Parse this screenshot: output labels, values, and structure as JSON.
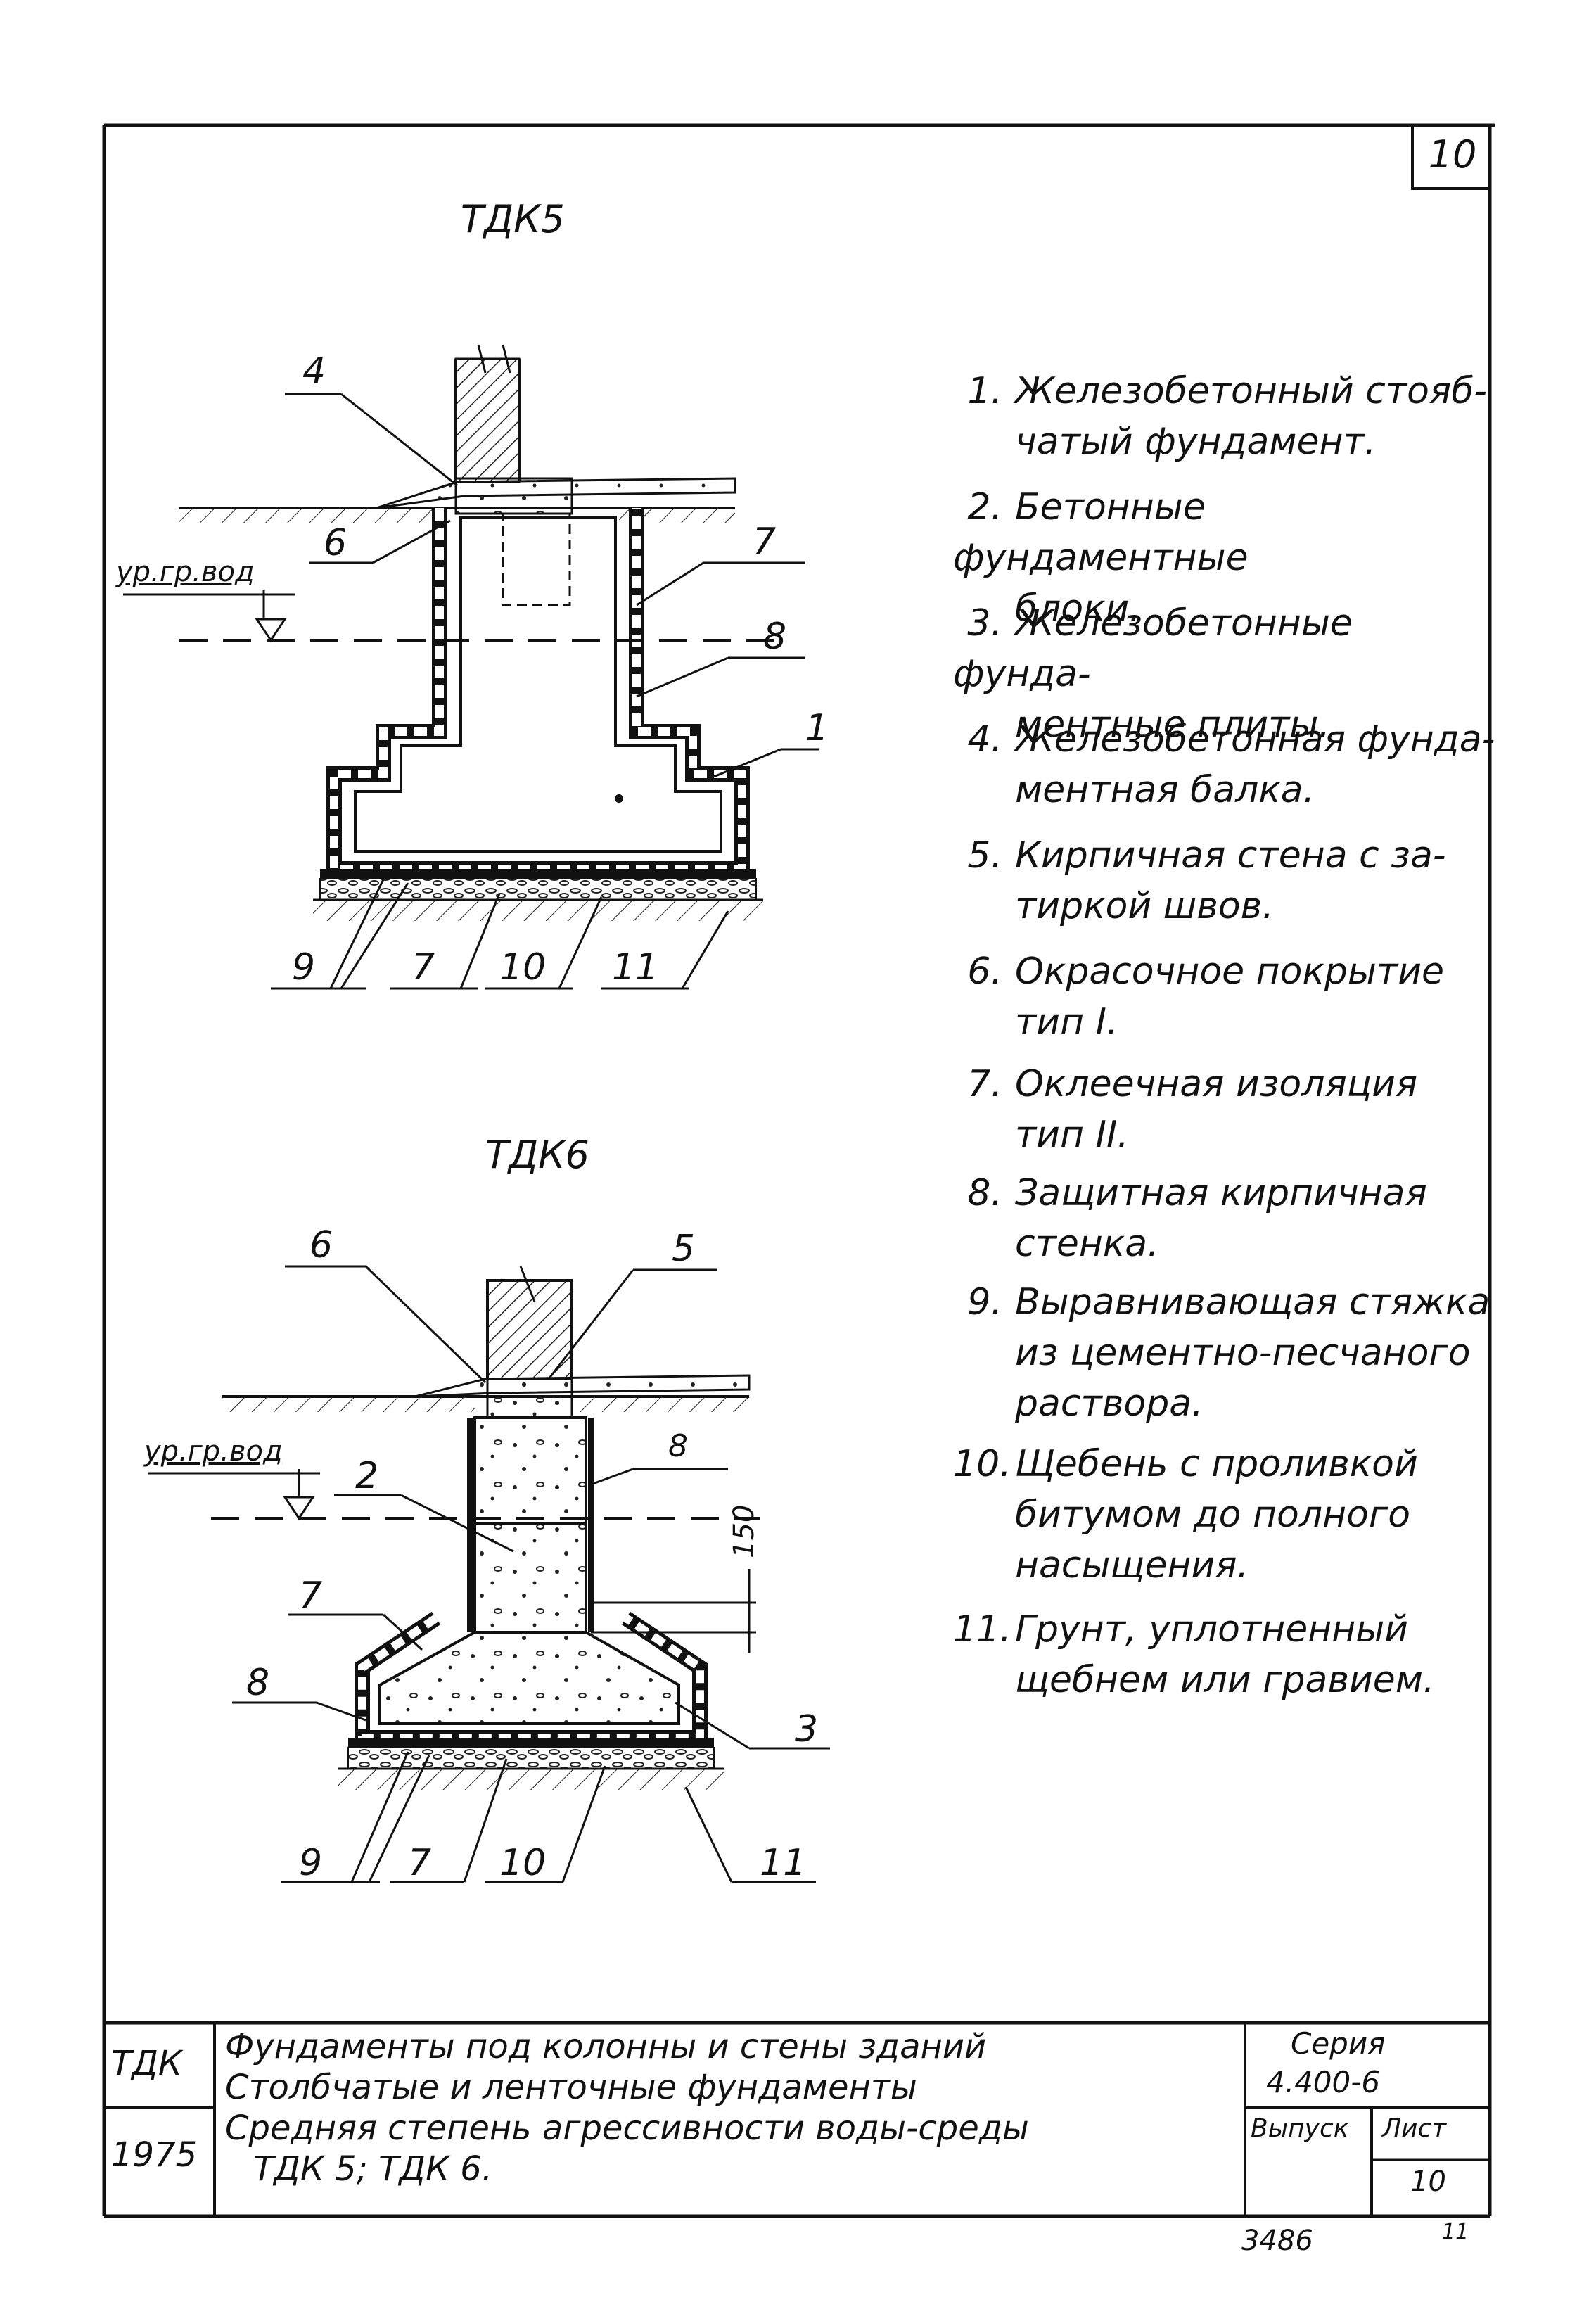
{
  "sheet": {
    "number": "10",
    "footer_number": "3486",
    "footer_mark": "11"
  },
  "drawings": {
    "tdk5": {
      "title": "ТДК5",
      "water_level": "ур.гр.вод",
      "labels": [
        "4",
        "6",
        "7",
        "8",
        "1",
        "9",
        "7",
        "10",
        "11"
      ]
    },
    "tdk6": {
      "title": "ТДК6",
      "water_level": "ур.гр.вод",
      "dimension": "150",
      "labels": [
        "6",
        "5",
        "2",
        "8",
        "7",
        "8",
        "3",
        "9",
        "7",
        "10",
        "11"
      ]
    }
  },
  "legend": [
    {
      "num": "1.",
      "line1": "Железобетонный стояб-",
      "line2": "чатый фундамент."
    },
    {
      "num": "2.",
      "line1": "Бетонные фундаментные",
      "line2": "блоки."
    },
    {
      "num": "3.",
      "line1": "Железобетонные фунда-",
      "line2": "ментные плиты."
    },
    {
      "num": "4.",
      "line1": "Железобетонная фунда-",
      "line2": "ментная балка."
    },
    {
      "num": "5.",
      "line1": "Кирпичная стена с за-",
      "line2": "тиркой швов."
    },
    {
      "num": "6.",
      "line1": "Окрасочное покрытие",
      "line2": "тип I."
    },
    {
      "num": "7.",
      "line1": "Оклеечная изоляция",
      "line2": "тип II."
    },
    {
      "num": "8.",
      "line1": "Защитная кирпичная",
      "line2": "стенка."
    },
    {
      "num": "9.",
      "line1": "Выравнивающая стяжка",
      "line2": "из цементно-песчаного",
      "line3": "раствора."
    },
    {
      "num": "10.",
      "line1": "Щебень с проливкой",
      "line2": "битумом до полного",
      "line3": "насыщения."
    },
    {
      "num": "11.",
      "line1": "Грунт, уплотненный",
      "line2": "щебнем или гравием."
    }
  ],
  "title_block": {
    "code": "ТДК",
    "year": "1975",
    "line1": "Фундаменты под колонны и стены зданий",
    "line2": "Столбчатые и ленточные фундаменты",
    "line3": "Средняя степень агрессивности воды-среды",
    "line4": "ТДК 5; ТДК 6.",
    "series_label": "Серия",
    "series_value": "4.400-6",
    "issue_label": "Выпуск",
    "sheet_label": "Лист",
    "sheet_value": "10"
  }
}
